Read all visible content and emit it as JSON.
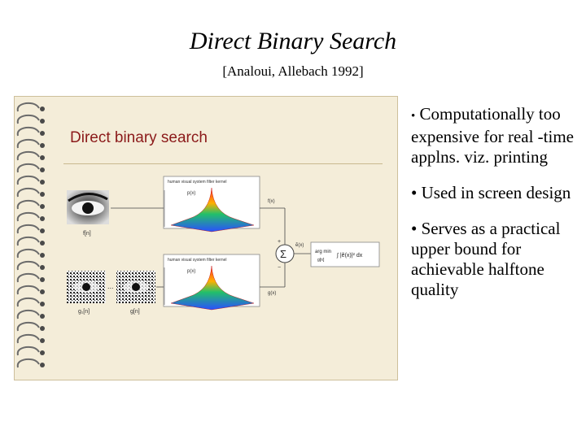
{
  "slide": {
    "title": "Direct Binary Search",
    "subtitle": "[Analoui, Allebach 1992]"
  },
  "figure": {
    "heading": "Direct binary search",
    "hvs_label": "human visual system filter kernel",
    "p_label_top": "p(x)",
    "p_label_bottom": "p(x)",
    "input_label": "f[n]",
    "halftone_label_1": "g₁[n]",
    "halftone_label_2": "g[n]",
    "sum_label": "Σ",
    "fx_label": "f(x)",
    "gx_label": "g(x)",
    "ex_label": "ẽ(x)",
    "plus_sign": "+",
    "minus_sign": "−",
    "argmin_top": "arg min",
    "argmin_bottom": "g[n]",
    "argmin_expr": "∫ |ẽ(x)|² dx",
    "ellipsis": "..."
  },
  "bullets": [
    {
      "dot": "•",
      "text": "Computationally too expensive for real -time applns. viz. printing"
    },
    {
      "dot": "•",
      "text": "Used in screen design"
    },
    {
      "dot": "•",
      "text": "Serves as a practical upper bound for achievable halftone quality"
    }
  ],
  "colors": {
    "notebook_bg": "#f4edd9",
    "heading": "#8b1a1a",
    "spiral": "#6b6b6b"
  }
}
